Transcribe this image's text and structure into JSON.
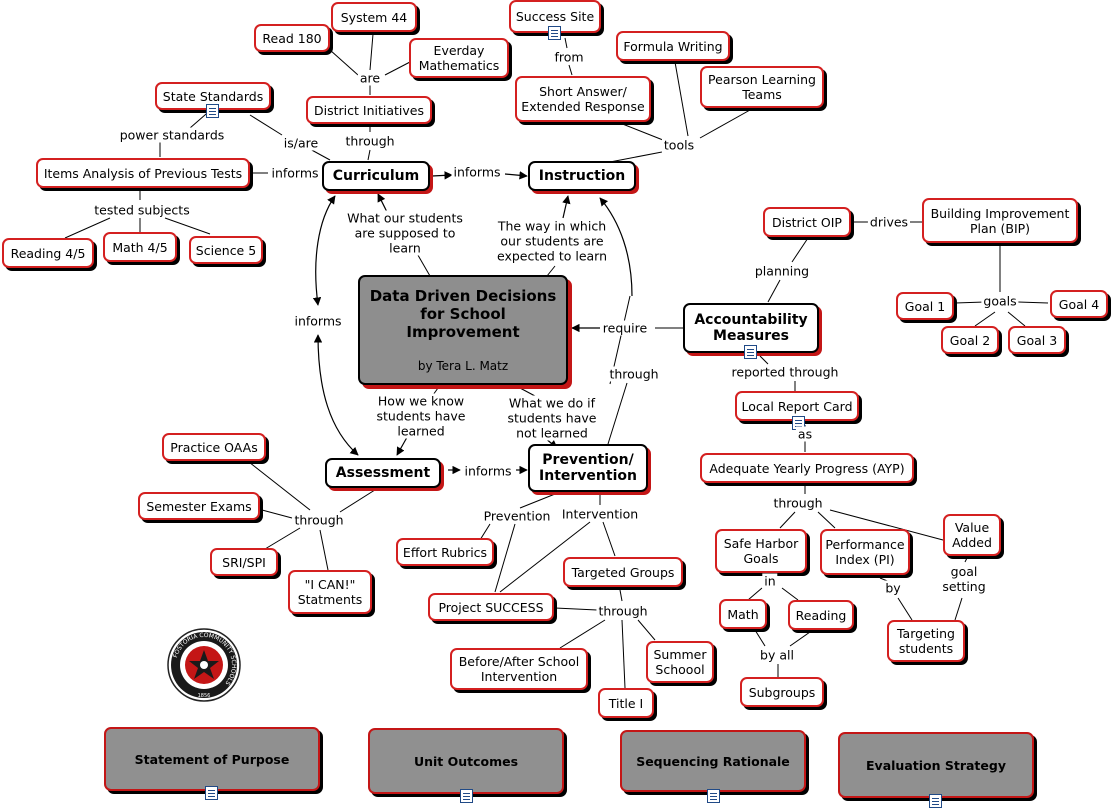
{
  "nodes": {
    "system44": "System 44",
    "read180": "Read 180",
    "everyday": "Everday Mathematics",
    "state_standards": "State Standards",
    "district_initiatives": "District Initiatives",
    "success_site": "Success Site",
    "short_answer": "Short Answer/ Extended Response",
    "formula_writing": "Formula Writing",
    "pearson": "Pearson Learning Teams",
    "items_analysis": "Items Analysis of Previous Tests",
    "curriculum": "Curriculum",
    "instruction": "Instruction",
    "reading45": "Reading 4/5",
    "math45": "Math 4/5",
    "science5": "Science 5",
    "district_oip": "District OIP",
    "bip": "Building Improvement Plan (BIP)",
    "center_title": "Data Driven Decisions for School Improvement",
    "center_author": "by Tera L. Matz",
    "accountability": "Accountability Measures",
    "goal1": "Goal 1",
    "goal2": "Goal 2",
    "goal3": "Goal 3",
    "goal4": "Goal 4",
    "local_report": "Local Report Card",
    "ayp": "Adequate Yearly Progress (AYP)",
    "practice_oaas": "Practice OAAs",
    "semester_exams": "Semester Exams",
    "sri_spi": "SRI/SPI",
    "i_can": "\"I CAN!\" Statments",
    "assessment": "Assessment",
    "prevention": "Prevention/ Intervention",
    "effort_rubrics": "Effort Rubrics",
    "project_success": "Project SUCCESS",
    "targeted_groups": "Targeted Groups",
    "before_after": "Before/After School Intervention",
    "title1": "Title I",
    "summer": "Summer Schoool",
    "safe_harbor": "Safe Harbor Goals",
    "perf_index": "Performance Index (PI)",
    "value_added": "Value Added",
    "math": "Math",
    "reading": "Reading",
    "subgroups": "Subgroups",
    "targeting": "Targeting students",
    "statement": "Statement of Purpose",
    "unit_outcomes": "Unit Outcomes",
    "sequencing": "Sequencing Rationale",
    "evaluation": "Evaluation Strategy"
  },
  "labels": {
    "are": "are",
    "through_di": "through",
    "is_are": "is/are",
    "power": "power standards",
    "from": "from",
    "tools": "tools",
    "informs_items": "informs",
    "informs_ci": "informs",
    "tested": "tested subjects",
    "what_students": "What our students are supposed to learn",
    "the_way": "The way in which our students are expected to learn",
    "drives": "drives",
    "planning": "planning",
    "informs_left": "informs",
    "require": "require",
    "goals": "goals",
    "reported": "reported through",
    "through_prev": "through",
    "what_we_do": "What we do if students have not learned",
    "how_we_know": "How we know students have learned",
    "as": "as",
    "informs_ap": "informs",
    "through_assess": "through",
    "prevention_l": "Prevention",
    "intervention_l": "Intervention",
    "through_ayp": "through",
    "in": "in",
    "by_pi": "by",
    "goal_setting": "goal setting",
    "through_tg": "through",
    "by_all": "by all"
  },
  "logo": {
    "text": "FOSTORIA COMMUNITY SCHOOLS",
    "year": "1856"
  },
  "colors": {
    "node_border": "#d42020",
    "key_shadow": "#c41616",
    "center_fill": "#8e8e8e",
    "doc_icon": "#204a87"
  }
}
